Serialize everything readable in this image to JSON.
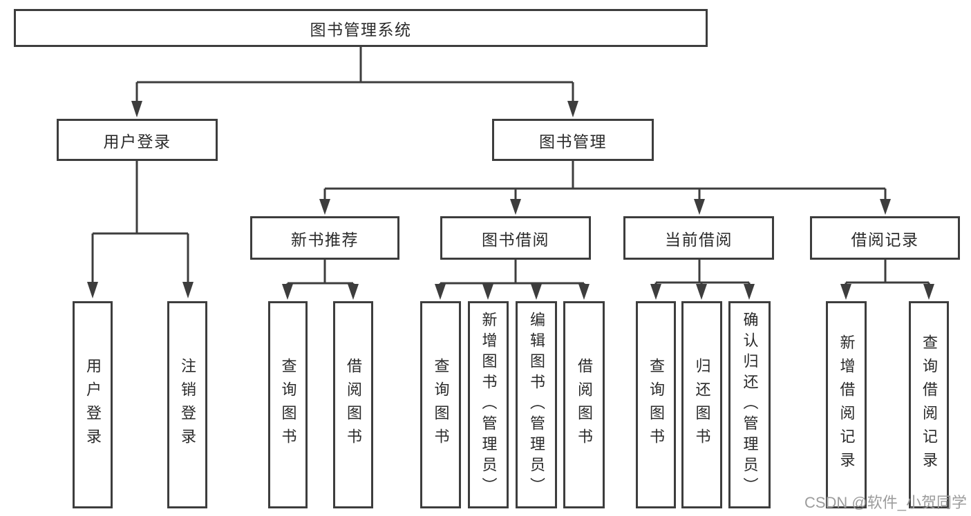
{
  "tree": {
    "root": {
      "label": "图书管理系统"
    },
    "user_login": {
      "label": "用户登录",
      "children": [
        {
          "label": "用户登录"
        },
        {
          "label": "注销登录"
        }
      ]
    },
    "book_management": {
      "label": "图书管理",
      "groups": [
        {
          "label": "新书推荐",
          "children": [
            {
              "label": "查询图书"
            },
            {
              "label": "借阅图书"
            }
          ]
        },
        {
          "label": "图书借阅",
          "children": [
            {
              "label": "查询图书"
            },
            {
              "label": "新增图书（管理员）"
            },
            {
              "label": "编辑图书（管理员）"
            },
            {
              "label": "借阅图书"
            }
          ]
        },
        {
          "label": "当前借阅",
          "children": [
            {
              "label": "查询图书"
            },
            {
              "label": "归还图书"
            },
            {
              "label": "确认归还（管理员）"
            }
          ]
        },
        {
          "label": "借阅记录",
          "children": [
            {
              "label": "新增借阅记录"
            },
            {
              "label": "查询借阅记录"
            }
          ]
        }
      ]
    }
  },
  "watermark": {
    "text": "CSDN @软件_小贺同学"
  },
  "colors": {
    "line": "#3d3d3d",
    "box_border": "#3d3d3d",
    "text": "#2a2a2a",
    "watermark": "#9c9c9c",
    "background": "#ffffff"
  }
}
